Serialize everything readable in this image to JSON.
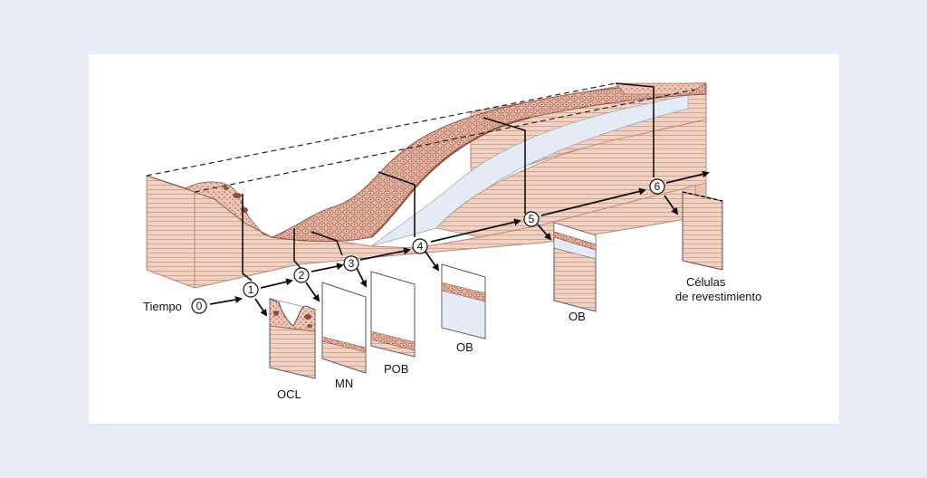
{
  "diagram": {
    "time_label": "Tiempo",
    "steps": [
      "0",
      "1",
      "2",
      "3",
      "4",
      "5",
      "6"
    ],
    "panel_labels": [
      "OCL",
      "MN",
      "POB",
      "OB",
      "OB",
      "Células",
      "de revestimiento"
    ]
  },
  "colors": {
    "background": "#e8eef7",
    "bone": "#f1d2c2",
    "bone_line": "#b98572",
    "cell": "#e7b09c",
    "cell_line": "#8a5040",
    "osteoid": "#e4ebf4",
    "ink": "#111111"
  }
}
